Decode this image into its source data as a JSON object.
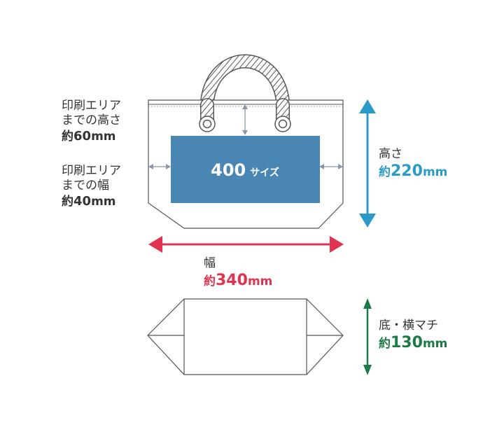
{
  "print_top": {
    "line1": "印刷エリア",
    "line2": "までの高さ",
    "prefix": "約",
    "value": "60",
    "unit": "mm"
  },
  "print_side": {
    "line1": "印刷エリア",
    "line2": "までの幅",
    "prefix": "約",
    "value": "40",
    "unit": "mm"
  },
  "print_area": {
    "number": "400",
    "suffix": "サイズ"
  },
  "height": {
    "label": "高さ",
    "prefix": "約",
    "value": "220",
    "unit": "mm"
  },
  "width": {
    "label": "幅",
    "prefix": "約",
    "value": "340",
    "unit": "mm"
  },
  "gusset": {
    "label": "底・横マチ",
    "prefix": "約",
    "value": "130",
    "unit": "mm"
  },
  "colors": {
    "outline": "#555555",
    "print_area": "#4a86b4",
    "height_arrow": "#2a9bc9",
    "width_arrow": "#e0334f",
    "gusset_arrow": "#1c7a45",
    "guide": "#8a96a3",
    "text": "#333333"
  }
}
